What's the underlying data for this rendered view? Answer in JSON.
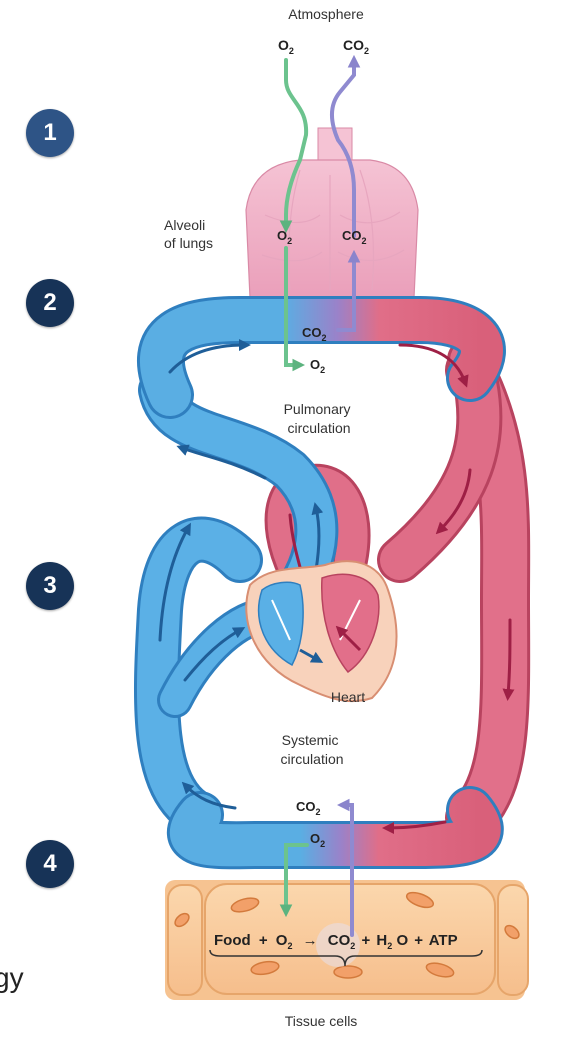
{
  "steps": [
    "1",
    "2",
    "3",
    "4"
  ],
  "labels": {
    "atmosphere": "Atmosphere",
    "alveoli_line1": "Alveoli",
    "alveoli_line2": "of lungs",
    "pulmonary_line1": "Pulmonary",
    "pulmonary_line2": "circulation",
    "systemic_line1": "Systemic",
    "systemic_line2": "circulation",
    "heart": "Heart",
    "tissue_cells": "Tissue cells",
    "stray_fragment": "gy"
  },
  "chem": {
    "o2_base": "O",
    "co2_base": "CO",
    "sub2": "2",
    "equation": {
      "food": "Food",
      "plus": "+",
      "arrow": "→",
      "h2o_base": "H",
      "h2o_tail": "O",
      "atp": "ATP"
    }
  },
  "colors": {
    "oxygen_arrow": "#6cc38e",
    "co2_arrow": "#8f8ad0",
    "deoxygenated_blood": "#4ea3dd",
    "oxygenated_blood": "#d9607a",
    "lungs": "#eea8c0",
    "heart": "#f7d0b8",
    "tissue": "#f8c899",
    "badge": "#173357"
  }
}
